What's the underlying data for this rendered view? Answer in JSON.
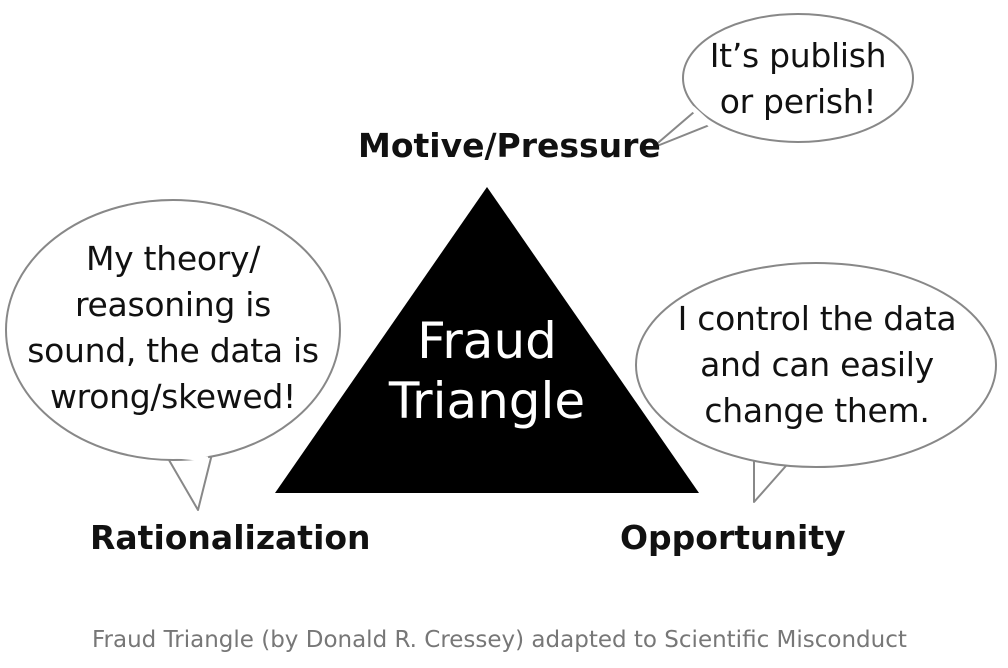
{
  "diagram": {
    "center": {
      "lines": [
        "Fraud",
        "Triangle"
      ]
    },
    "vertices": {
      "top": "Motive/Pressure",
      "bottom_left": "Rationalization",
      "bottom_right": "Opportunity"
    },
    "bubbles": {
      "top_right": {
        "lines": [
          "It’s publish",
          "or perish!"
        ]
      },
      "left": {
        "lines": [
          "My theory/",
          "reasoning is",
          "sound, the data is",
          "wrong/skewed!"
        ]
      },
      "right": {
        "lines": [
          "I control the data",
          "and can easily",
          "change them."
        ]
      }
    },
    "caption": "Fraud Triangle (by Donald R. Cressey) adapted to Scientific Misconduct",
    "colors": {
      "triangle_fill": "#000000",
      "bubble_stroke": "#888888",
      "text": "#111111",
      "caption": "#777777"
    }
  }
}
